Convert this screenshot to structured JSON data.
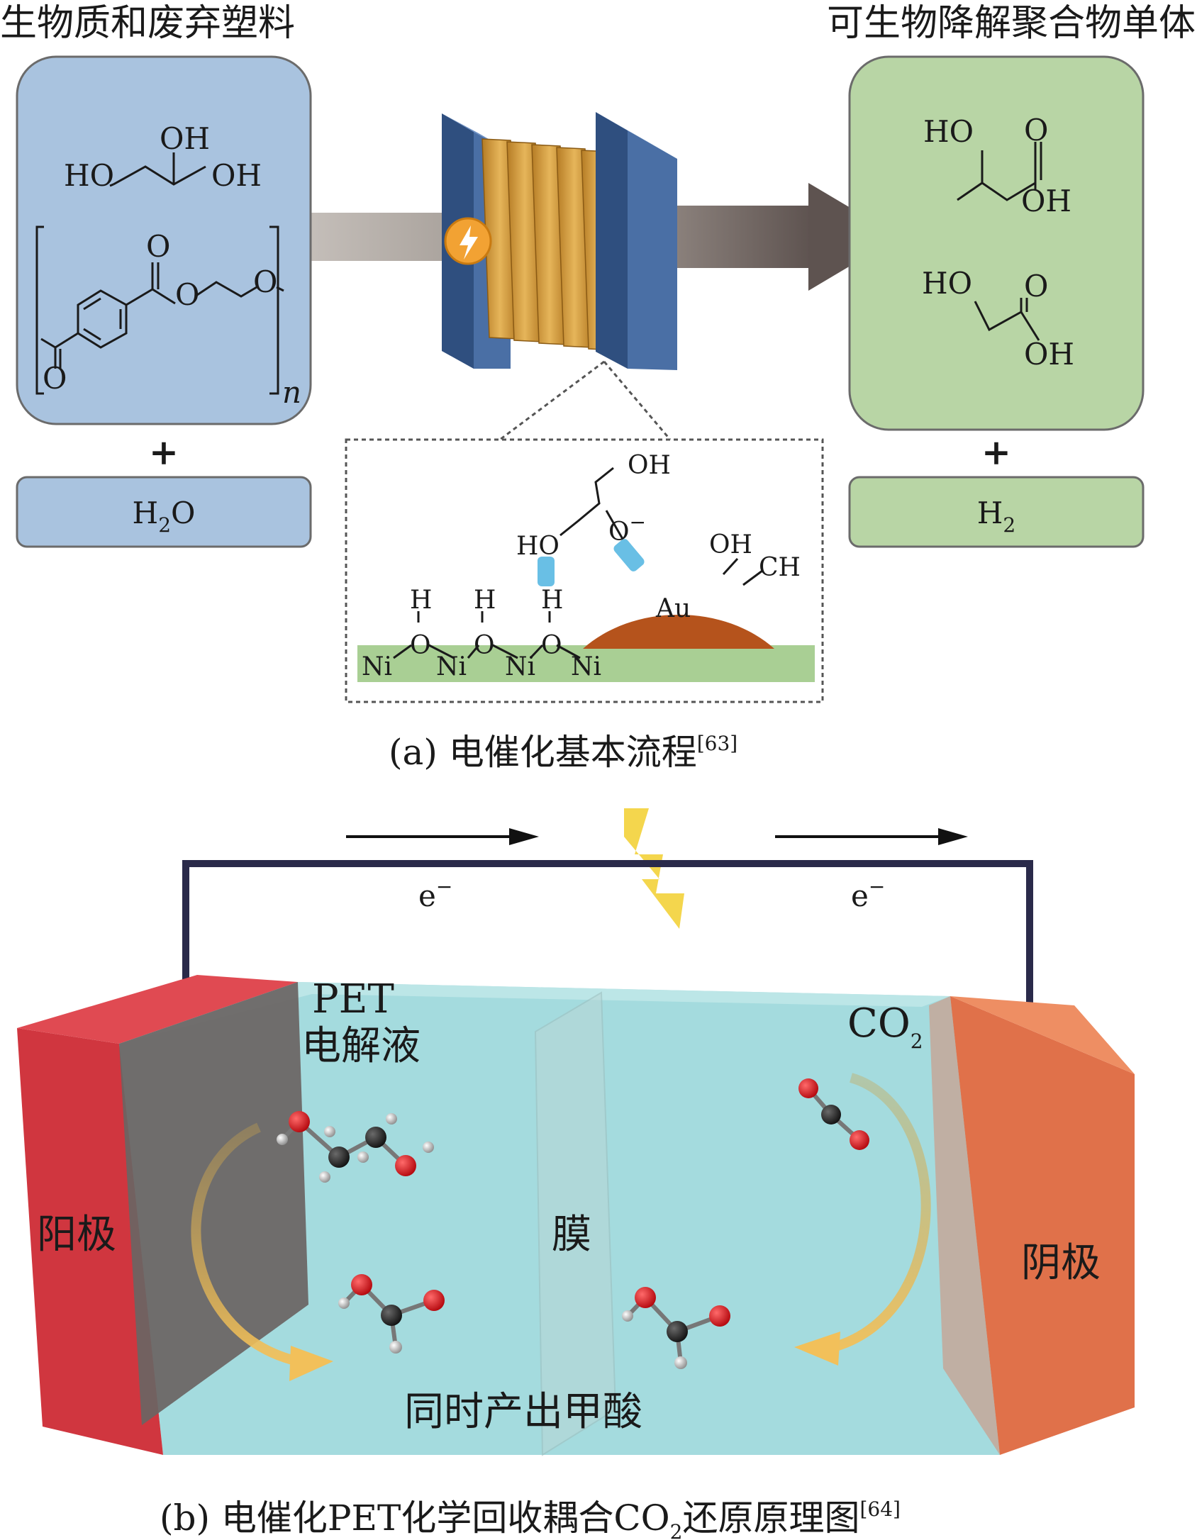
{
  "panel_a": {
    "left_title": "生物质和废弃塑料",
    "right_title": "可生物降解聚合物单体",
    "glycerol": {
      "oh_top": "OH",
      "ho_left": "HO",
      "oh_right": "OH"
    },
    "pet_unit": {
      "carbonyl_o": "O",
      "ester_o": "O",
      "ether_o": "O",
      "bottom_o": "O",
      "repeat": "n"
    },
    "lactic": {
      "ho": "HO",
      "o": "O",
      "oh": "OH"
    },
    "glycolic": {
      "ho": "HO",
      "o": "O",
      "oh": "OH"
    },
    "plus_left": "+",
    "plus_right": "+",
    "reactant_box": {
      "base": "H",
      "sub": "2",
      "tail": "O"
    },
    "product_box": {
      "base": "H",
      "sub": "2"
    },
    "inset": {
      "oh_top": "OH",
      "o_minus": "O",
      "minus": "−",
      "ho": "HO",
      "oh_au": "OH",
      "ch": "CH",
      "au": "Au",
      "h_labels": [
        "H",
        "H",
        "H"
      ],
      "o_labels": [
        "O",
        "O",
        "O"
      ],
      "ni_labels": [
        "Ni",
        "Ni",
        "Ni",
        "Ni"
      ]
    },
    "caption": {
      "text": "(a) 电催化基本流程",
      "ref": "[63]"
    }
  },
  "panel_b": {
    "electron_left": {
      "base": "e",
      "sup": "−"
    },
    "electron_right": {
      "base": "e",
      "sup": "−"
    },
    "pet_label": "PET",
    "electrolyte_label": "电解液",
    "co2_label": {
      "base": "CO",
      "sub": "2"
    },
    "anode_label": "阳极",
    "membrane_label": "膜",
    "cathode_label": "阴极",
    "formic_label": "同时产出甲酸",
    "caption": {
      "prefix": "(b) 电催化PET化学回收耦合CO",
      "sub": "2",
      "suffix": "还原原理图",
      "ref": "[64]"
    }
  },
  "colors": {
    "biomass_box": "#a9c3df",
    "product_box": "#b8d5a5",
    "electrode_blue": "#4a6fa5",
    "electrode_gold": "#d9a441",
    "au_particle": "#b5531c",
    "ni_support": "#a9cf94",
    "anode_red": "#d0363f",
    "cathode_orange": "#e0714a",
    "electrolyte": "#9fd9dc",
    "wire": "#2a2a4a",
    "lightning": "#f3d13a"
  }
}
